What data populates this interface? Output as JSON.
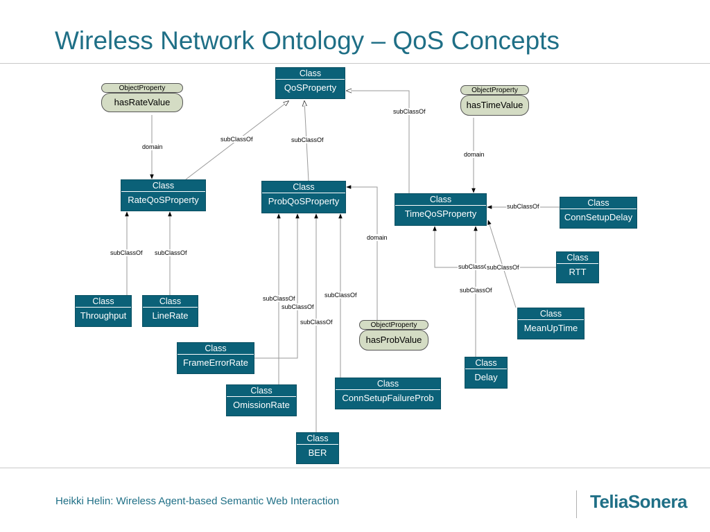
{
  "header": {
    "title": "Wireless Network Ontology – QoS Concepts"
  },
  "classes": {
    "qos": {
      "kind": "Class",
      "name": "QoSProperty"
    },
    "rate": {
      "kind": "Class",
      "name": "RateQoSProperty"
    },
    "prob": {
      "kind": "Class",
      "name": "ProbQoSProperty"
    },
    "time": {
      "kind": "Class",
      "name": "TimeQoSProperty"
    },
    "connsetupdelay": {
      "kind": "Class",
      "name": "ConnSetupDelay"
    },
    "rtt": {
      "kind": "Class",
      "name": "RTT"
    },
    "meanuptime": {
      "kind": "Class",
      "name": "MeanUpTime"
    },
    "delay": {
      "kind": "Class",
      "name": "Delay"
    },
    "throughput": {
      "kind": "Class",
      "name": "Throughput"
    },
    "linerate": {
      "kind": "Class",
      "name": "LineRate"
    },
    "frameerrorrate": {
      "kind": "Class",
      "name": "FrameErrorRate"
    },
    "omissionrate": {
      "kind": "Class",
      "name": "OmissionRate"
    },
    "ber": {
      "kind": "Class",
      "name": "BER"
    },
    "connsetupfailureprob": {
      "kind": "Class",
      "name": "ConnSetupFailureProb"
    }
  },
  "properties": {
    "hasratevalue": {
      "kind": "ObjectProperty",
      "name": "hasRateValue"
    },
    "hastimevalue": {
      "kind": "ObjectProperty",
      "name": "hasTimeValue"
    },
    "hasprobvalue": {
      "kind": "ObjectProperty",
      "name": "hasProbValue"
    }
  },
  "edge_labels": {
    "subclassof": "subClassOf",
    "domain": "domain",
    "subclassof_truncated": "subClassO"
  },
  "footer": {
    "text": "Heikki Helin: Wireless Agent-based Semantic Web Interaction",
    "logo": "TeliaSonera"
  },
  "colors": {
    "title": "#1f6f86",
    "class_fill": "#0b6178",
    "property_fill": "#d4dcc4",
    "line": "#999999"
  }
}
